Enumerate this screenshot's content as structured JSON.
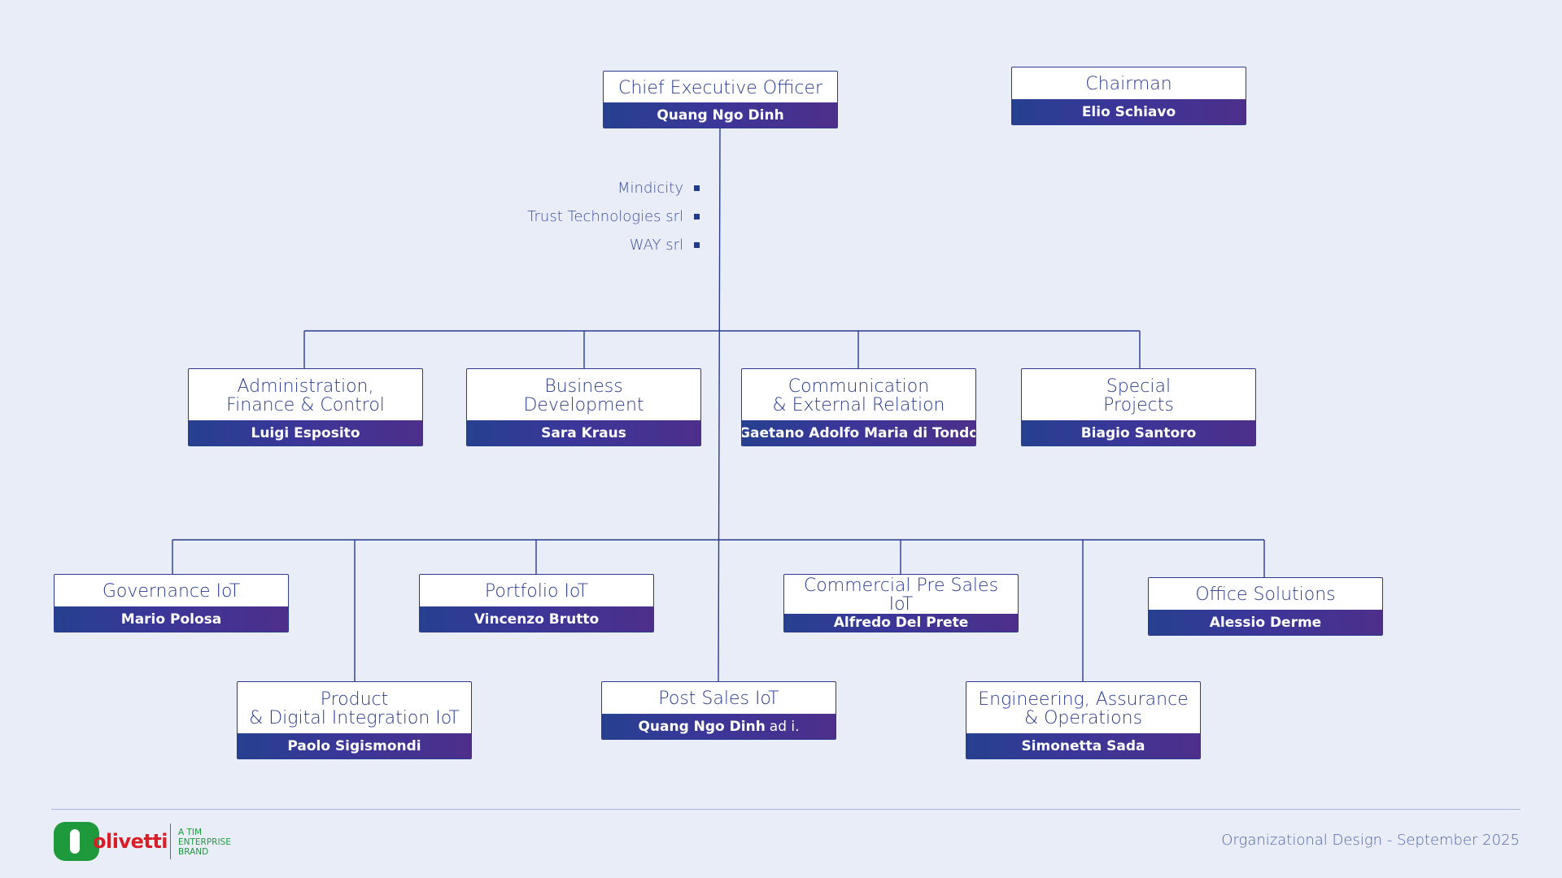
{
  "ceo": {
    "role": "Chief  Executive Officer",
    "name": "Quang Ngo Dinh"
  },
  "chairman": {
    "role": "Chairman",
    "name": "Elio Schiavo"
  },
  "subsidiaries": [
    "Mindicity",
    "Trust Technologies srl",
    "WAY srl"
  ],
  "staff": [
    {
      "role": "Administration,\nFinance & Control",
      "name": "Luigi Esposito"
    },
    {
      "role": "Business\nDevelopment",
      "name": "Sara Kraus"
    },
    {
      "role": "Communication\n& External Relation",
      "name": "Gaetano Adolfo Maria di Tondo"
    },
    {
      "role": "Special\nProjects",
      "name": "Biagio Santoro"
    }
  ],
  "lines": [
    {
      "role": "Governance IoT",
      "name": "Mario Polosa"
    },
    {
      "role": "Product\n& Digital Integration IoT",
      "name": "Paolo Sigismondi"
    },
    {
      "role": "Portfolio IoT",
      "name": "Vincenzo Brutto"
    },
    {
      "role": "Post Sales IoT",
      "name": "Quang Ngo Dinh",
      "suffix": "ad i."
    },
    {
      "role": "Commercial Pre Sales IoT",
      "name": "Alfredo Del Prete"
    },
    {
      "role": "Engineering, Assurance\n& Operations",
      "name": "Simonetta Sada"
    },
    {
      "role": "Office Solutions",
      "name": "Alessio Derme"
    }
  ],
  "footer": {
    "logo_word": "olivetti",
    "logo_tag": [
      "A TIM",
      "ENTERPRISE",
      "BRAND"
    ],
    "text": "Organizational Design - September 2025"
  },
  "colors": {
    "background": "#e9edf8",
    "primary": "#2a3a8f",
    "name_bar_start": "#26408f",
    "name_bar_end": "#4d2f8a",
    "logo_green": "#1e9a3d",
    "logo_red": "#d61f26"
  }
}
